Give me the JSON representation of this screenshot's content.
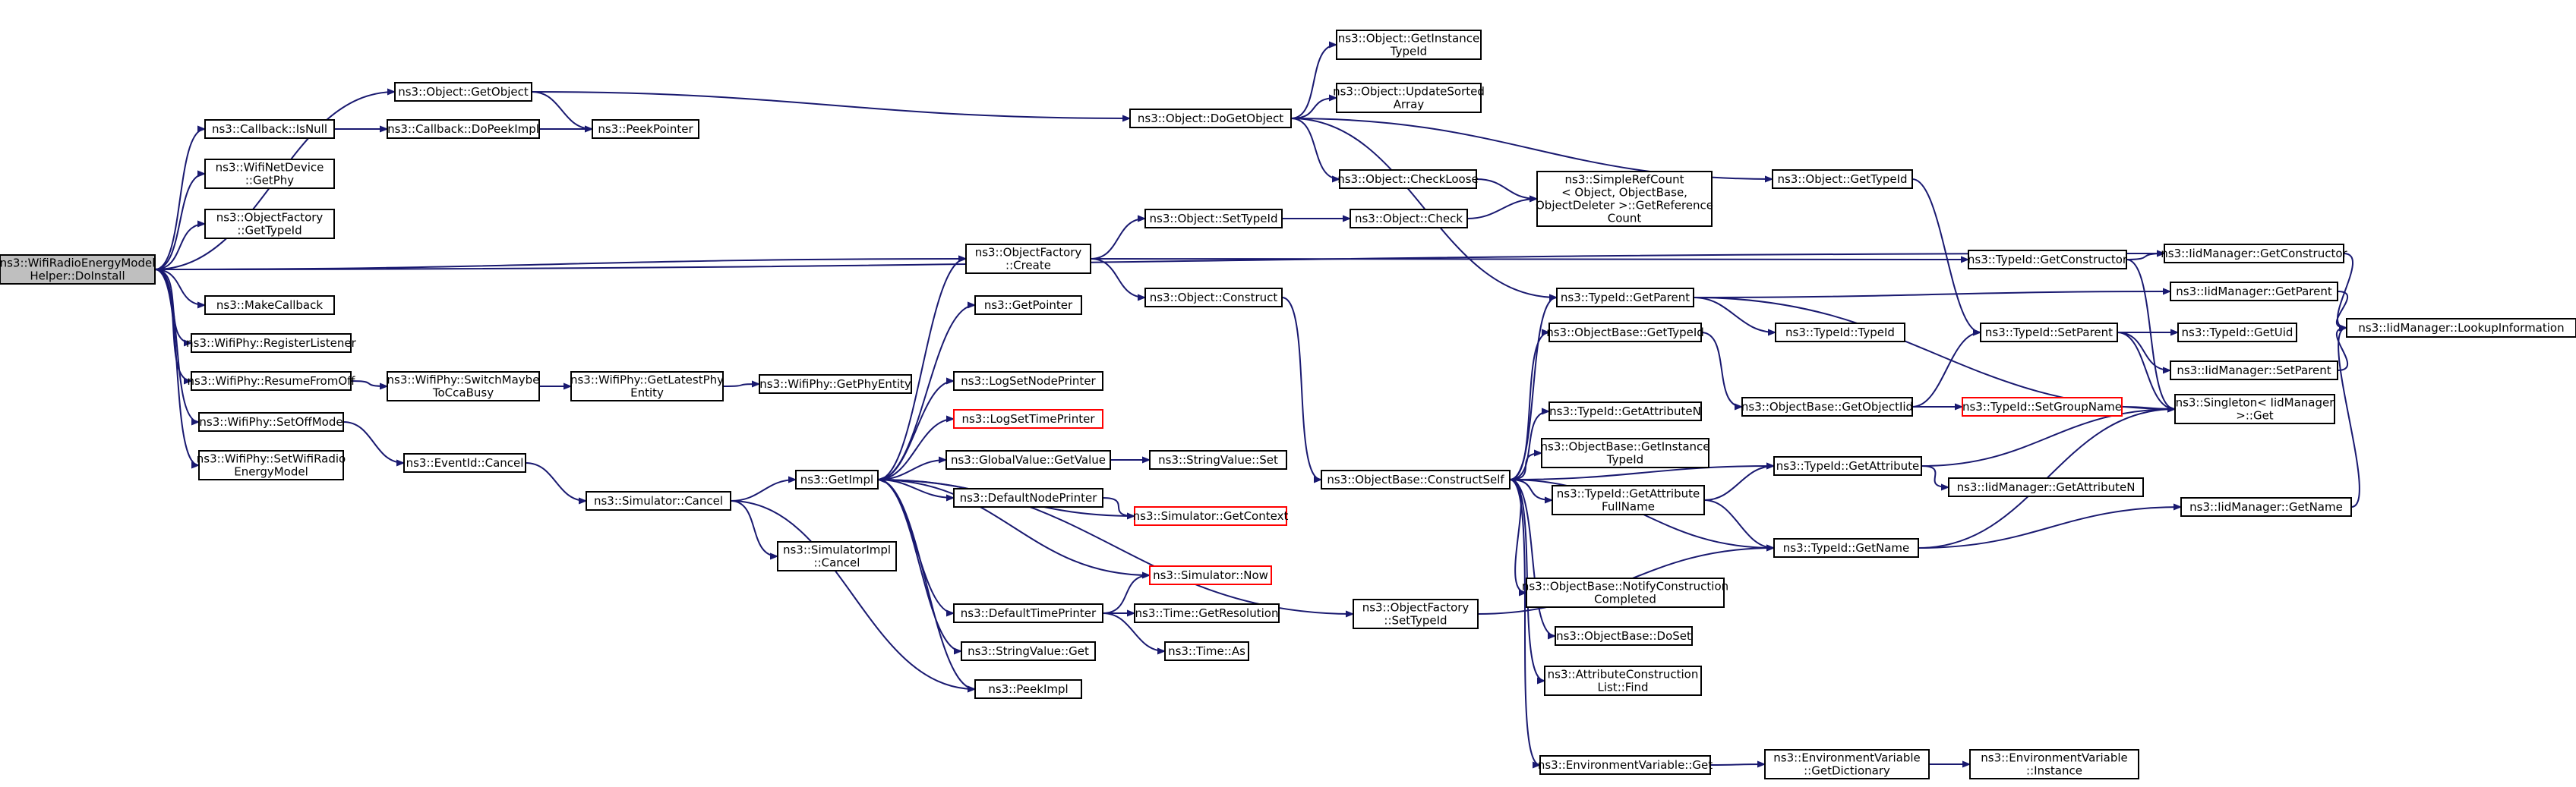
{
  "colors": {
    "edge": "#191970",
    "root_fill": "#bfbfbf",
    "node_border": "#000000",
    "highlight_border": "#ff0000"
  },
  "nodes": [
    {
      "id": "root",
      "lines": [
        "ns3::WifiRadioEnergyModel",
        "Helper::DoInstall"
      ],
      "root": true
    },
    {
      "id": "getobject",
      "lines": [
        "ns3::Object::GetObject"
      ]
    },
    {
      "id": "isnull",
      "lines": [
        "ns3::Callback::IsNull"
      ]
    },
    {
      "id": "dopeekimpl",
      "lines": [
        "ns3::Callback::DoPeekImpl"
      ]
    },
    {
      "id": "peekpointer",
      "lines": [
        "ns3::PeekPointer"
      ]
    },
    {
      "id": "netdev_getphy",
      "lines": [
        "ns3::WifiNetDevice",
        "::GetPhy"
      ]
    },
    {
      "id": "of_gettypeid",
      "lines": [
        "ns3::ObjectFactory",
        "::GetTypeId"
      ]
    },
    {
      "id": "makecallback",
      "lines": [
        "ns3::MakeCallback"
      ]
    },
    {
      "id": "reglistener",
      "lines": [
        "ns3::WifiPhy::RegisterListener"
      ]
    },
    {
      "id": "resume",
      "lines": [
        "ns3::WifiPhy::ResumeFromOff"
      ]
    },
    {
      "id": "switchmaybe",
      "lines": [
        "ns3::WifiPhy::SwitchMaybe",
        "ToCcaBusy"
      ]
    },
    {
      "id": "latestphy",
      "lines": [
        "ns3::WifiPhy::GetLatestPhy",
        "Entity"
      ]
    },
    {
      "id": "getphyentity",
      "lines": [
        "ns3::WifiPhy::GetPhyEntity"
      ]
    },
    {
      "id": "setoffmode",
      "lines": [
        "ns3::WifiPhy::SetOffMode"
      ]
    },
    {
      "id": "setwifiradio",
      "lines": [
        "ns3::WifiPhy::SetWifiRadio",
        "EnergyModel"
      ]
    },
    {
      "id": "eventcancel",
      "lines": [
        "ns3::EventId::Cancel"
      ]
    },
    {
      "id": "simcancel",
      "lines": [
        "ns3::Simulator::Cancel"
      ]
    },
    {
      "id": "simimplcancel",
      "lines": [
        "ns3::SimulatorImpl",
        "::Cancel"
      ]
    },
    {
      "id": "getimpl",
      "lines": [
        "ns3::GetImpl"
      ]
    },
    {
      "id": "of_create",
      "lines": [
        "ns3::ObjectFactory",
        "::Create"
      ]
    },
    {
      "id": "getpointer",
      "lines": [
        "ns3::GetPointer"
      ]
    },
    {
      "id": "lognodeprinter",
      "lines": [
        "ns3::LogSetNodePrinter"
      ]
    },
    {
      "id": "logtimeprinter",
      "lines": [
        "ns3::LogSetTimePrinter"
      ],
      "red": true
    },
    {
      "id": "gv_getvalue",
      "lines": [
        "ns3::GlobalValue::GetValue"
      ]
    },
    {
      "id": "sv_set",
      "lines": [
        "ns3::StringValue::Set"
      ]
    },
    {
      "id": "defnodeprinter",
      "lines": [
        "ns3::DefaultNodePrinter"
      ]
    },
    {
      "id": "sim_getcontext",
      "lines": [
        "ns3::Simulator::GetContext"
      ],
      "red": true
    },
    {
      "id": "sim_now",
      "lines": [
        "ns3::Simulator::Now"
      ],
      "red": true
    },
    {
      "id": "deftimeprinter",
      "lines": [
        "ns3::DefaultTimePrinter"
      ]
    },
    {
      "id": "time_getres",
      "lines": [
        "ns3::Time::GetResolution"
      ]
    },
    {
      "id": "time_as",
      "lines": [
        "ns3::Time::As"
      ]
    },
    {
      "id": "sv_get",
      "lines": [
        "ns3::StringValue::Get"
      ]
    },
    {
      "id": "peekimpl",
      "lines": [
        "ns3::PeekImpl"
      ]
    },
    {
      "id": "dogetobject",
      "lines": [
        "ns3::Object::DoGetObject"
      ]
    },
    {
      "id": "getinstancetypeid",
      "lines": [
        "ns3::Object::GetInstance",
        "TypeId"
      ]
    },
    {
      "id": "updatesorted",
      "lines": [
        "ns3::Object::UpdateSorted",
        "Array"
      ]
    },
    {
      "id": "checkloose",
      "lines": [
        "ns3::Object::CheckLoose"
      ]
    },
    {
      "id": "simplerefcount",
      "lines": [
        "ns3::SimpleRefCount",
        "< Object, ObjectBase,",
        "ObjectDeleter >::GetReference",
        "Count"
      ]
    },
    {
      "id": "obj_check",
      "lines": [
        "ns3::Object::Check"
      ]
    },
    {
      "id": "obj_settypeid",
      "lines": [
        "ns3::Object::SetTypeId"
      ]
    },
    {
      "id": "obj_construct",
      "lines": [
        "ns3::Object::Construct"
      ]
    },
    {
      "id": "obj_gettypeid",
      "lines": [
        "ns3::Object::GetTypeId"
      ]
    },
    {
      "id": "ti_getctor",
      "lines": [
        "ns3::TypeId::GetConstructor"
      ]
    },
    {
      "id": "iid_getctor",
      "lines": [
        "ns3::IidManager::GetConstructor"
      ]
    },
    {
      "id": "ti_getparent",
      "lines": [
        "ns3::TypeId::GetParent"
      ]
    },
    {
      "id": "iid_getparent",
      "lines": [
        "ns3::IidManager::GetParent"
      ]
    },
    {
      "id": "ti_typeid",
      "lines": [
        "ns3::TypeId::TypeId"
      ]
    },
    {
      "id": "ob_gettypeid",
      "lines": [
        "ns3::ObjectBase::GetTypeId"
      ]
    },
    {
      "id": "ti_setparent",
      "lines": [
        "ns3::TypeId::SetParent"
      ]
    },
    {
      "id": "ti_getuid",
      "lines": [
        "ns3::TypeId::GetUid"
      ]
    },
    {
      "id": "iid_setparent",
      "lines": [
        "ns3::IidManager::SetParent"
      ]
    },
    {
      "id": "iid_lookup",
      "lines": [
        "ns3::IidManager::LookupInformation"
      ]
    },
    {
      "id": "ob_getobjectiid",
      "lines": [
        "ns3::ObjectBase::GetObjectIid"
      ]
    },
    {
      "id": "ti_setgroupname",
      "lines": [
        "ns3::TypeId::SetGroupName"
      ],
      "red": true
    },
    {
      "id": "singleton_get",
      "lines": [
        "ns3::Singleton< IidManager",
        ">::Get"
      ]
    },
    {
      "id": "ob_constructself",
      "lines": [
        "ns3::ObjectBase::ConstructSelf"
      ]
    },
    {
      "id": "ti_getattrn",
      "lines": [
        "ns3::TypeId::GetAttributeN"
      ]
    },
    {
      "id": "ob_getinstancetypeid",
      "lines": [
        "ns3::ObjectBase::GetInstance",
        "TypeId"
      ]
    },
    {
      "id": "ti_getattr",
      "lines": [
        "ns3::TypeId::GetAttribute"
      ]
    },
    {
      "id": "iid_getattrn",
      "lines": [
        "ns3::IidManager::GetAttributeN"
      ]
    },
    {
      "id": "ti_getattrfull",
      "lines": [
        "ns3::TypeId::GetAttribute",
        "FullName"
      ]
    },
    {
      "id": "ti_getname",
      "lines": [
        "ns3::TypeId::GetName"
      ]
    },
    {
      "id": "iid_getname",
      "lines": [
        "ns3::IidManager::GetName"
      ]
    },
    {
      "id": "ob_notify",
      "lines": [
        "ns3::ObjectBase::NotifyConstruction",
        "Completed"
      ]
    },
    {
      "id": "ob_doset",
      "lines": [
        "ns3::ObjectBase::DoSet"
      ]
    },
    {
      "id": "acl_find",
      "lines": [
        "ns3::AttributeConstruction",
        "List::Find"
      ]
    },
    {
      "id": "of_settypeid",
      "lines": [
        "ns3::ObjectFactory",
        "::SetTypeId"
      ]
    },
    {
      "id": "env_get",
      "lines": [
        "ns3::EnvironmentVariable::Get"
      ]
    },
    {
      "id": "env_getdict",
      "lines": [
        "ns3::EnvironmentVariable",
        "::GetDictionary"
      ]
    },
    {
      "id": "env_instance",
      "lines": [
        "ns3::EnvironmentVariable",
        "::Instance"
      ]
    }
  ]
}
